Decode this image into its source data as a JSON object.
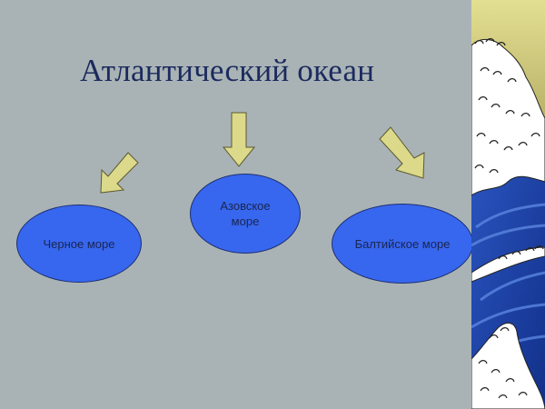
{
  "slide": {
    "title": "Атлантический океан",
    "nodes": [
      {
        "id": "black-sea",
        "label": "Черное море"
      },
      {
        "id": "azov-sea",
        "label_line1": "Азовское",
        "label_line2": "море"
      },
      {
        "id": "baltic-sea",
        "label": "Балтийское море"
      }
    ],
    "arrows": [
      {
        "from": "title",
        "to": "black-sea",
        "direction": "down-left"
      },
      {
        "from": "title",
        "to": "azov-sea",
        "direction": "down"
      },
      {
        "from": "title",
        "to": "baltic-sea",
        "direction": "down-right"
      }
    ],
    "decoration": {
      "image": "great-wave-strip"
    },
    "colors": {
      "background": "#a9b3b5",
      "title": "#1c2a5e",
      "ellipse_fill": "#3767ee",
      "ellipse_border": "#1f2f72",
      "arrow_fill": "#dcd98a",
      "arrow_border": "#5a5a30",
      "wave_blue": "#1f47a8"
    }
  }
}
